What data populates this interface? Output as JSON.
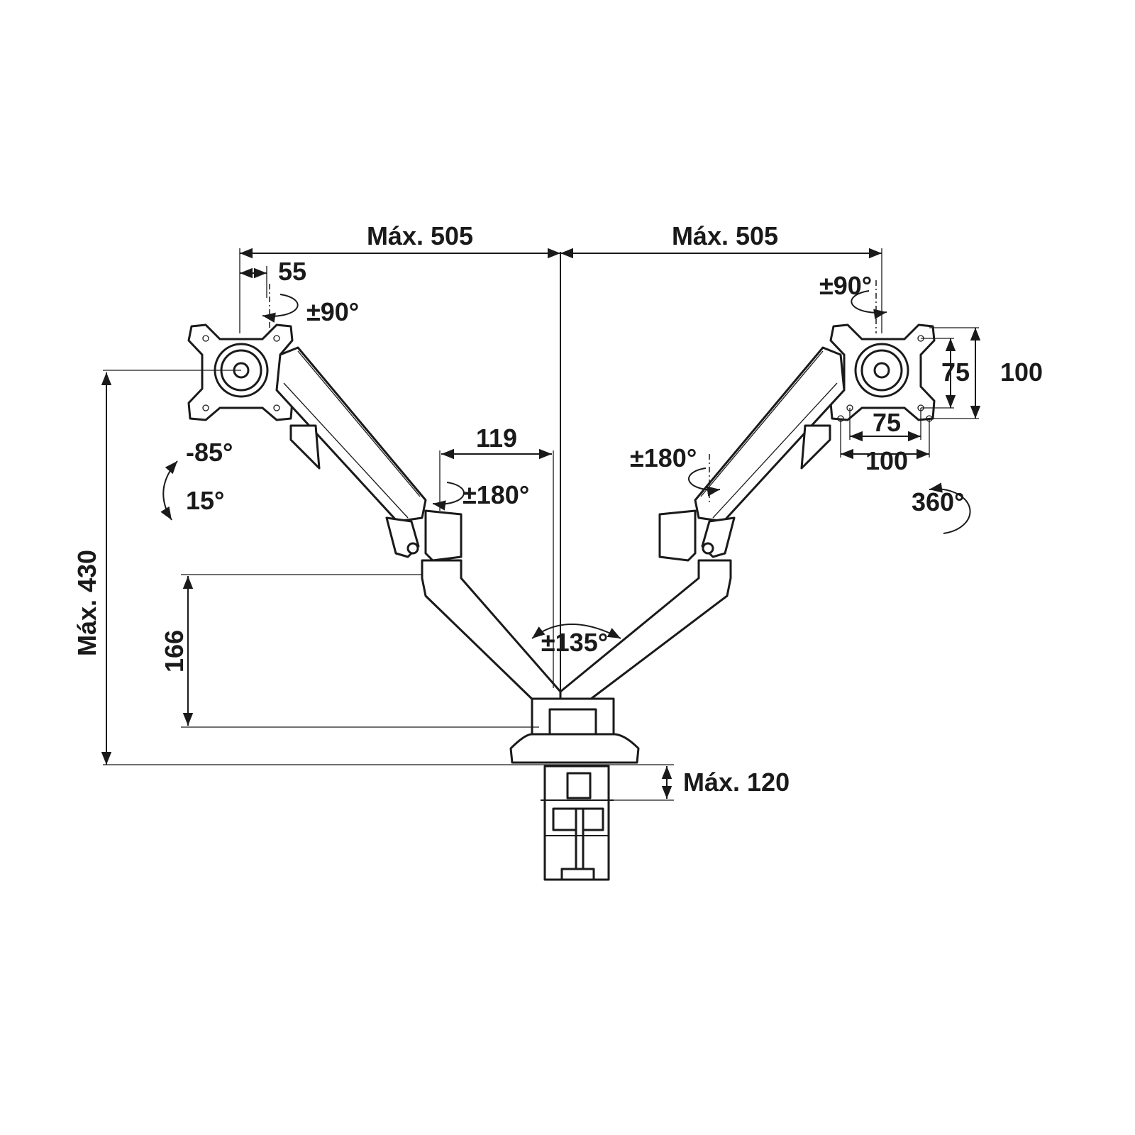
{
  "dimensions": {
    "max_reach_left": "Máx. 505",
    "max_reach_right": "Máx. 505",
    "offset": "55",
    "swivel_left_plate": "±90°",
    "swivel_right_plate": "±90°",
    "tilt_up": "-85°",
    "tilt_down": "15°",
    "arm_offset": "119",
    "rotation_left_joint": "±180°",
    "rotation_right_joint": "±180°",
    "base_rotation": "±135°",
    "vesa_small_vertical": "75",
    "vesa_large_vertical": "100",
    "vesa_small_horizontal": "75",
    "vesa_large_horizontal": "100",
    "rotation_plate": "360°",
    "max_height": "Máx. 430",
    "pole_height": "166",
    "clamp_max": "Máx. 120"
  }
}
